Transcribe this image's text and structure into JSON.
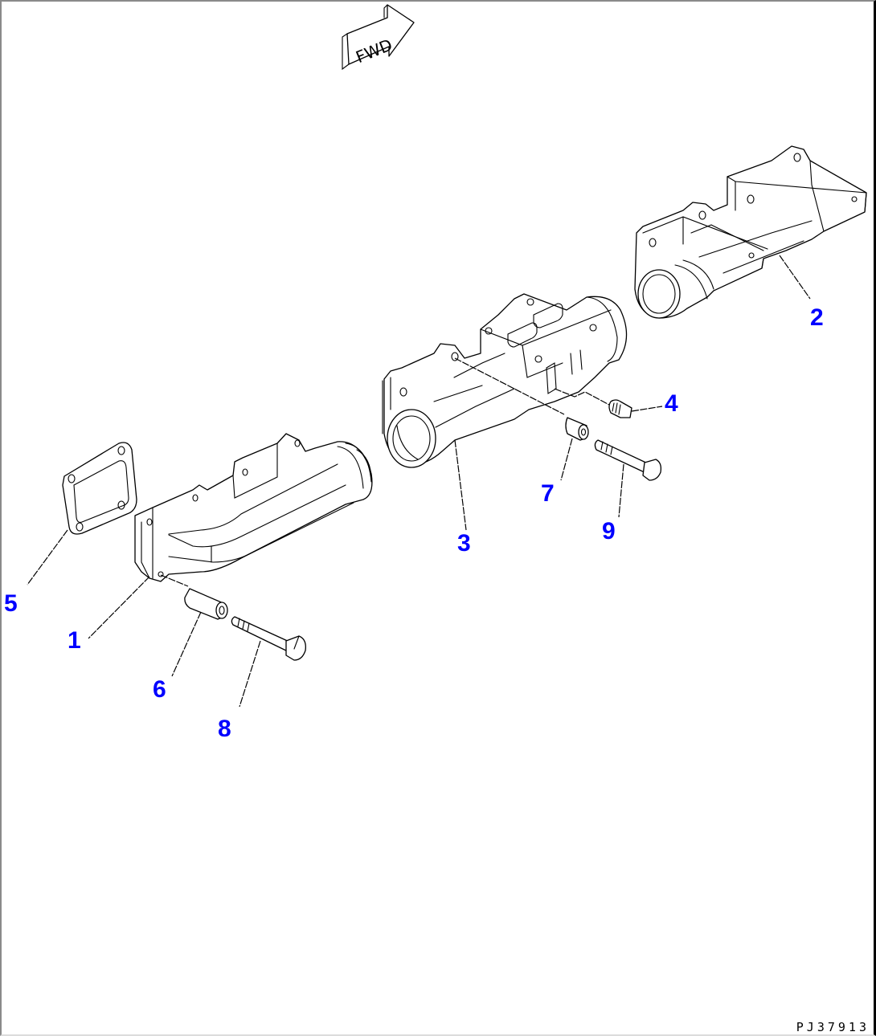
{
  "diagram": {
    "direction_marker": {
      "label": "FWD",
      "icon": "forward-arrow-icon"
    },
    "reference_code": "PJ37913",
    "callout_color": "#0000ff",
    "parts": [
      {
        "number": "1",
        "name": "exhaust-manifold-front"
      },
      {
        "number": "2",
        "name": "exhaust-manifold-rear"
      },
      {
        "number": "3",
        "name": "exhaust-manifold-center"
      },
      {
        "number": "4",
        "name": "plug"
      },
      {
        "number": "5",
        "name": "gasket"
      },
      {
        "number": "6",
        "name": "spacer-front"
      },
      {
        "number": "7",
        "name": "spacer-center"
      },
      {
        "number": "8",
        "name": "bolt-front"
      },
      {
        "number": "9",
        "name": "bolt-center"
      }
    ]
  }
}
